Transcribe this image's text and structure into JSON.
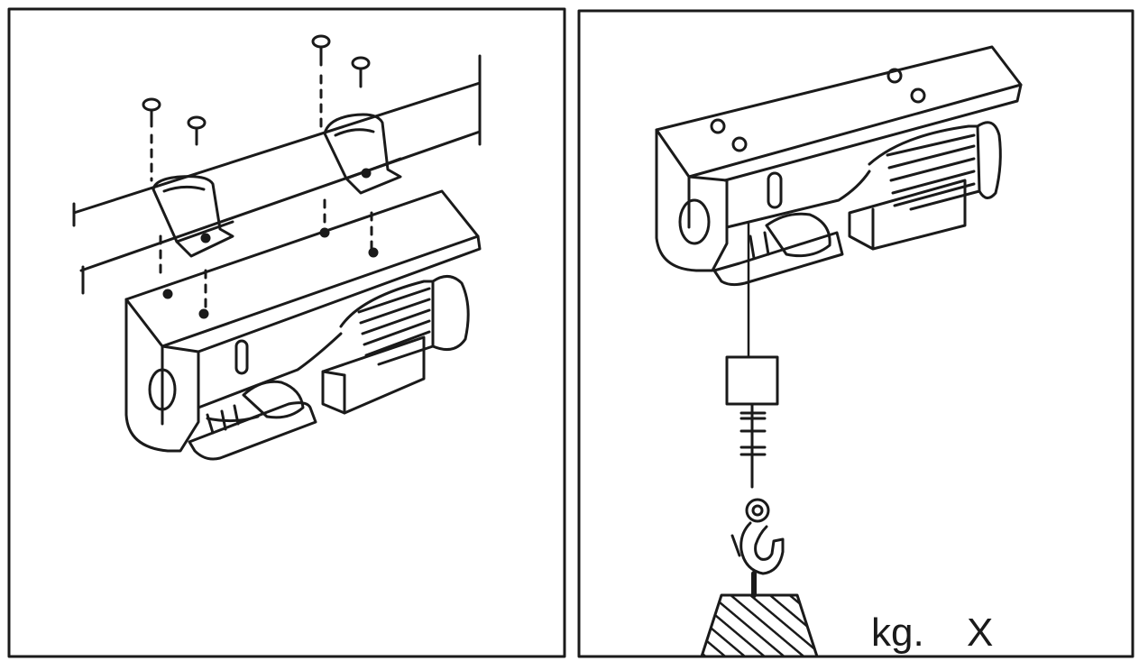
{
  "panels": [
    {
      "id": "mounting",
      "description_visible": false
    },
    {
      "id": "load-test",
      "description_visible": false
    }
  ],
  "load_label": {
    "unit": "kg.",
    "multiplier": "X"
  },
  "colors": {
    "ink": "#1a1a1a",
    "paper": "#ffffff"
  },
  "icons": [
    "bolt-icon",
    "hook-icon",
    "weight-icon",
    "hoist-icon",
    "beam-icon"
  ]
}
